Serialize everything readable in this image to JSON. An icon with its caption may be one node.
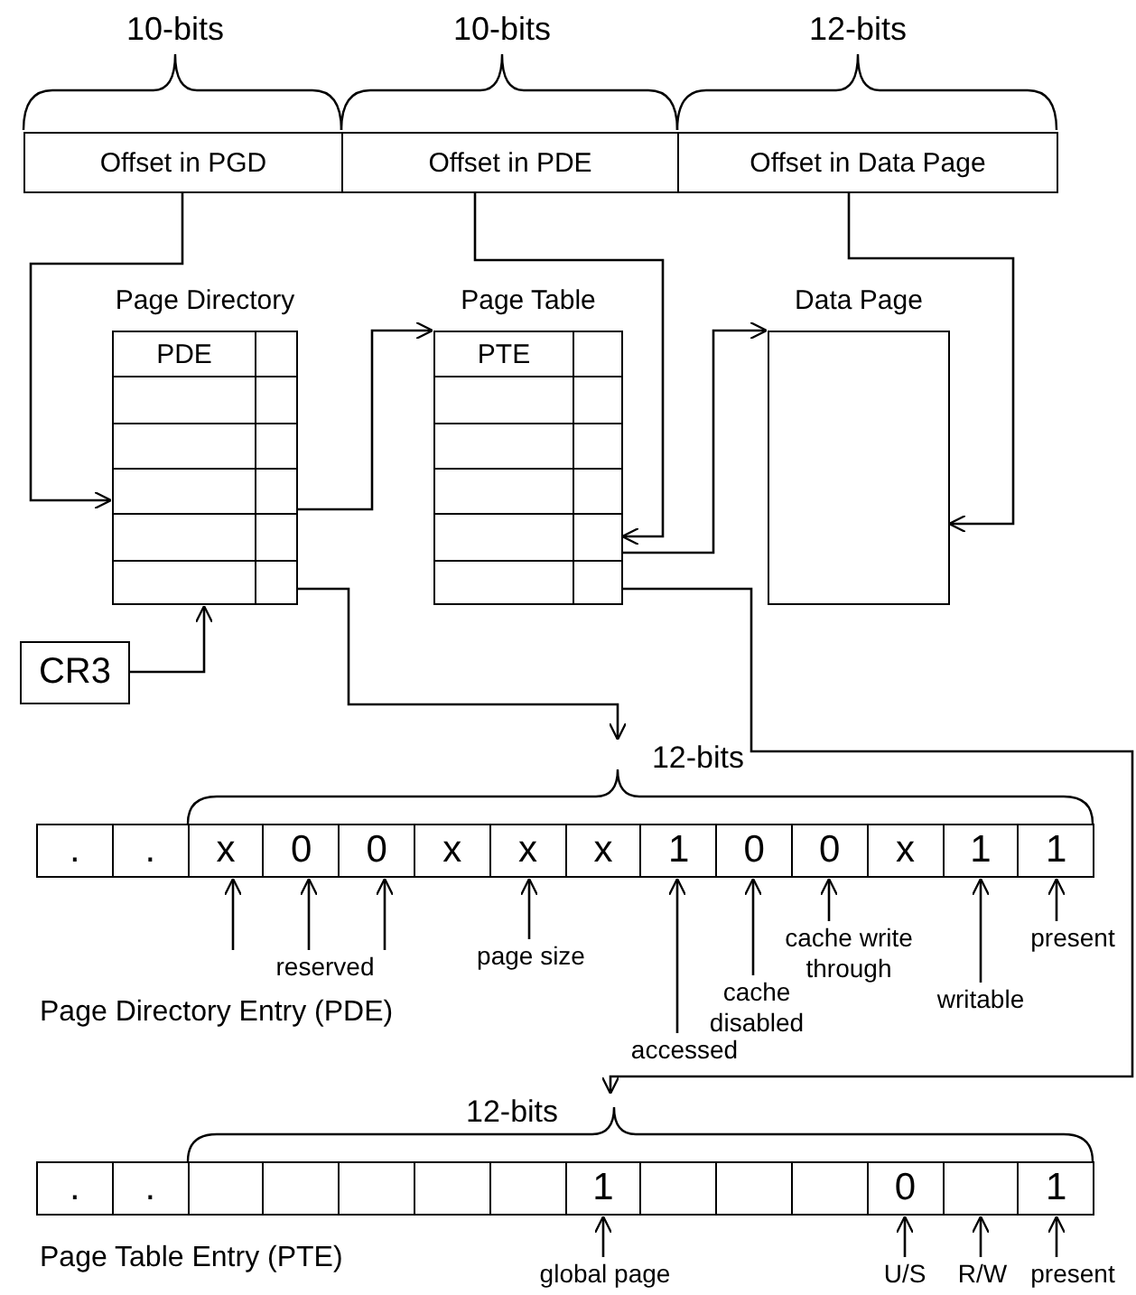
{
  "diagram": {
    "nodes": [
      {
        "text": [
          "Offset in PGD"
        ]
      },
      {
        "text": [
          "Offset in PDE"
        ]
      },
      {
        "text": [
          "Offset in Data Page"
        ]
      },
      {
        "text": [
          "Page Directory",
          "PDE"
        ]
      },
      {
        "text": [
          "Page Table",
          "PTE"
        ]
      },
      {
        "text": [
          "Data Page"
        ]
      },
      {
        "text": [
          "CR3"
        ]
      },
      {
        "text": [
          "12-bits"
        ]
      },
      {
        "text": [
          "."
        ]
      },
      {
        "text": [
          "."
        ]
      },
      {
        "text": [
          "x"
        ]
      },
      {
        "text": [
          "0"
        ]
      },
      {
        "text": [
          "0"
        ]
      },
      {
        "text": [
          "x"
        ]
      },
      {
        "text": [
          "x"
        ]
      },
      {
        "text": [
          "x"
        ]
      },
      {
        "text": [
          "1"
        ]
      },
      {
        "text": [
          "0"
        ]
      },
      {
        "text": [
          "0"
        ]
      },
      {
        "text": [
          "x"
        ]
      },
      {
        "text": [
          "1"
        ]
      },
      {
        "text": [
          "1"
        ]
      },
      {
        "text": [
          "reserved"
        ]
      },
      {
        "text": [
          "page size"
        ]
      },
      {
        "text": [
          "accessed"
        ]
      },
      {
        "text": [
          "cache disabled"
        ]
      },
      {
        "text": [
          "cache write through"
        ]
      },
      {
        "text": [
          "writable"
        ]
      },
      {
        "text": [
          "present"
        ]
      },
      {
        "text": [
          "12-bits"
        ]
      },
      {
        "text": [
          "."
        ]
      },
      {
        "text": [
          "."
        ]
      },
      {
        "text": [],
        "shape": "box"
      },
      {
        "text": [],
        "shape": "box"
      },
      {
        "text": [],
        "shape": "box"
      },
      {
        "text": [],
        "shape": "box"
      },
      {
        "text": [],
        "shape": "box"
      },
      {
        "text": [
          "1"
        ]
      },
      {
        "text": [],
        "shape": "box"
      },
      {
        "text": [],
        "shape": "box"
      },
      {
        "text": [],
        "shape": "box"
      },
      {
        "text": [
          "0"
        ]
      },
      {
        "text": [],
        "shape": "box"
      },
      {
        "text": [
          "1"
        ]
      },
      {
        "text": [
          "global page"
        ]
      },
      {
        "text": [
          "U/S"
        ]
      },
      {
        "text": [
          "R/W"
        ]
      },
      {
        "text": [
          "present"
        ]
      }
    ],
    "edges": [
      {
        "from": 0,
        "to": 3,
        "arrow": "to"
      },
      {
        "from": 3,
        "to": 4,
        "arrow": "to"
      },
      {
        "from": 1,
        "to": 4,
        "arrow": "to"
      },
      {
        "from": 4,
        "to": 5,
        "arrow": "to"
      },
      {
        "from": 2,
        "to": 5,
        "arrow": "to"
      },
      {
        "from": 6,
        "to": 3,
        "arrow": "to"
      },
      {
        "from": 3,
        "to": 7,
        "arrow": "to"
      },
      {
        "from": 4,
        "to": 29,
        "arrow": "to"
      },
      {
        "from": 22,
        "to": 10,
        "arrow": "to"
      },
      {
        "from": 22,
        "to": 11,
        "arrow": "to"
      },
      {
        "from": 22,
        "to": 12,
        "arrow": "to"
      },
      {
        "from": 23,
        "to": 14,
        "arrow": "to"
      },
      {
        "from": 24,
        "to": 16,
        "arrow": "to"
      },
      {
        "from": 25,
        "to": 17,
        "arrow": "to"
      },
      {
        "from": 26,
        "to": 18,
        "arrow": "to"
      },
      {
        "from": 27,
        "to": 20,
        "arrow": "to"
      },
      {
        "from": 28,
        "to": 21,
        "arrow": "to"
      },
      {
        "from": 44,
        "to": 37,
        "arrow": "to"
      },
      {
        "from": 45,
        "to": 41,
        "arrow": "to"
      },
      {
        "from": 46,
        "to": 42,
        "arrow": "to"
      },
      {
        "from": 47,
        "to": 43,
        "arrow": "to"
      }
    ],
    "labels": [
      "10-bits",
      "10-bits",
      "12-bits",
      "Page Directory Entry (PDE)",
      "Page Table Entry (PTE)"
    ]
  }
}
